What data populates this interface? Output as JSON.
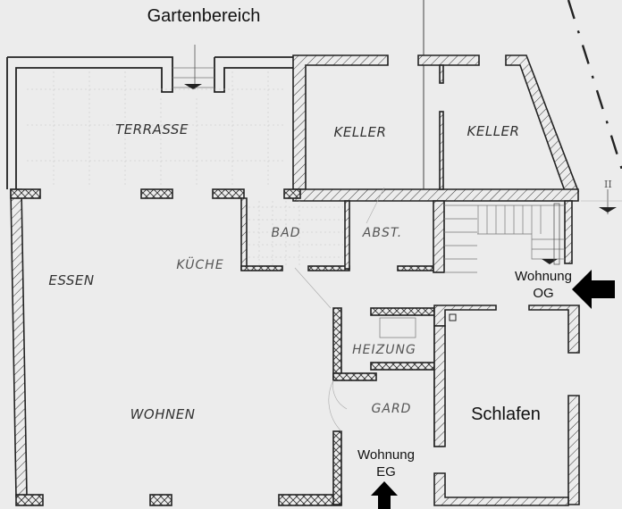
{
  "header": {
    "title": "Gartenbereich"
  },
  "rooms": [
    {
      "id": "terrasse",
      "label": "TERRASSE"
    },
    {
      "id": "keller-1",
      "label": "KELLER"
    },
    {
      "id": "keller-2",
      "label": "KELLER"
    },
    {
      "id": "bad",
      "label": "BAD"
    },
    {
      "id": "abst",
      "label": "ABST."
    },
    {
      "id": "kueche",
      "label": "KÜCHE"
    },
    {
      "id": "essen",
      "label": "ESSEN"
    },
    {
      "id": "wohnen",
      "label": "WOHNEN"
    },
    {
      "id": "heizung",
      "label": "HEIZUNG"
    },
    {
      "id": "gard",
      "label": "GARD"
    },
    {
      "id": "schlafen",
      "label": "Schlafen"
    }
  ],
  "annotations": {
    "wohnung_og_line1": "Wohnung",
    "wohnung_og_line2": "OG",
    "wohnung_eg_line1": "Wohnung",
    "wohnung_eg_line2": "EG",
    "section_marker": "II"
  },
  "arrows": [
    {
      "id": "arrow-og",
      "direction": "left",
      "target": "Wohnung OG"
    },
    {
      "id": "arrow-eg",
      "direction": "up",
      "target": "Wohnung EG"
    }
  ],
  "colors": {
    "background": "#ececec",
    "ink": "#222222"
  }
}
